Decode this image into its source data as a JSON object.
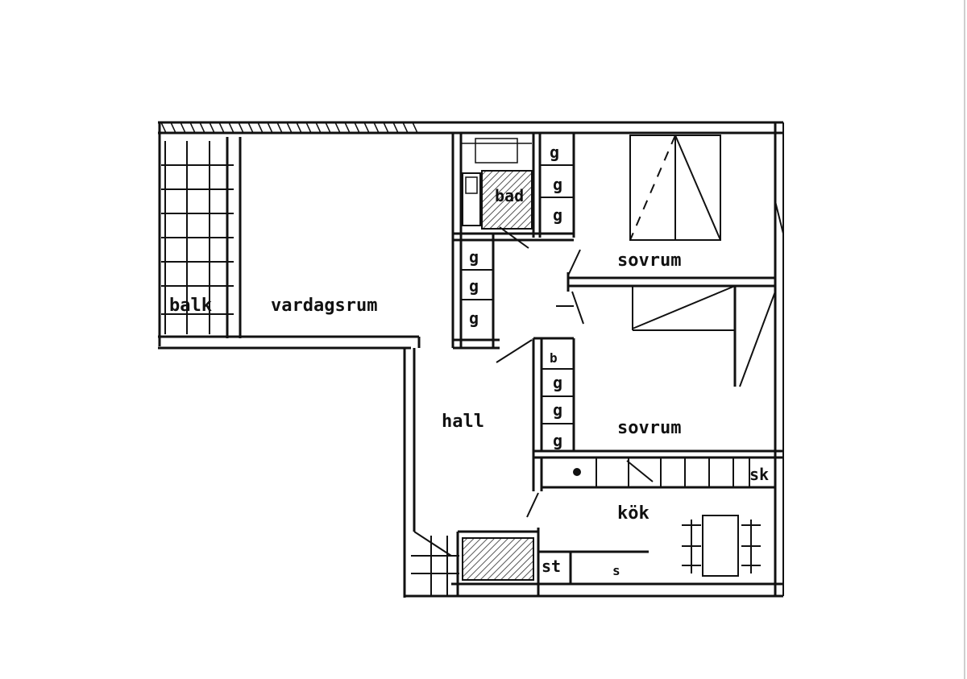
{
  "rooms": {
    "balcony": "balk",
    "living_room": "vardagsrum",
    "bathroom": "bad",
    "bedroom_upper": "sovrum",
    "bedroom_lower": "sovrum",
    "hall": "hall",
    "kitchen": "kök"
  },
  "closet_mark": "g",
  "kitchen_marks": {
    "s": "s",
    "sk": "sk",
    "st": "st",
    "g": "g",
    "b": "b"
  },
  "colors": {
    "ink": "#111111",
    "paper": "#ffffff",
    "hatch": "#555555"
  }
}
